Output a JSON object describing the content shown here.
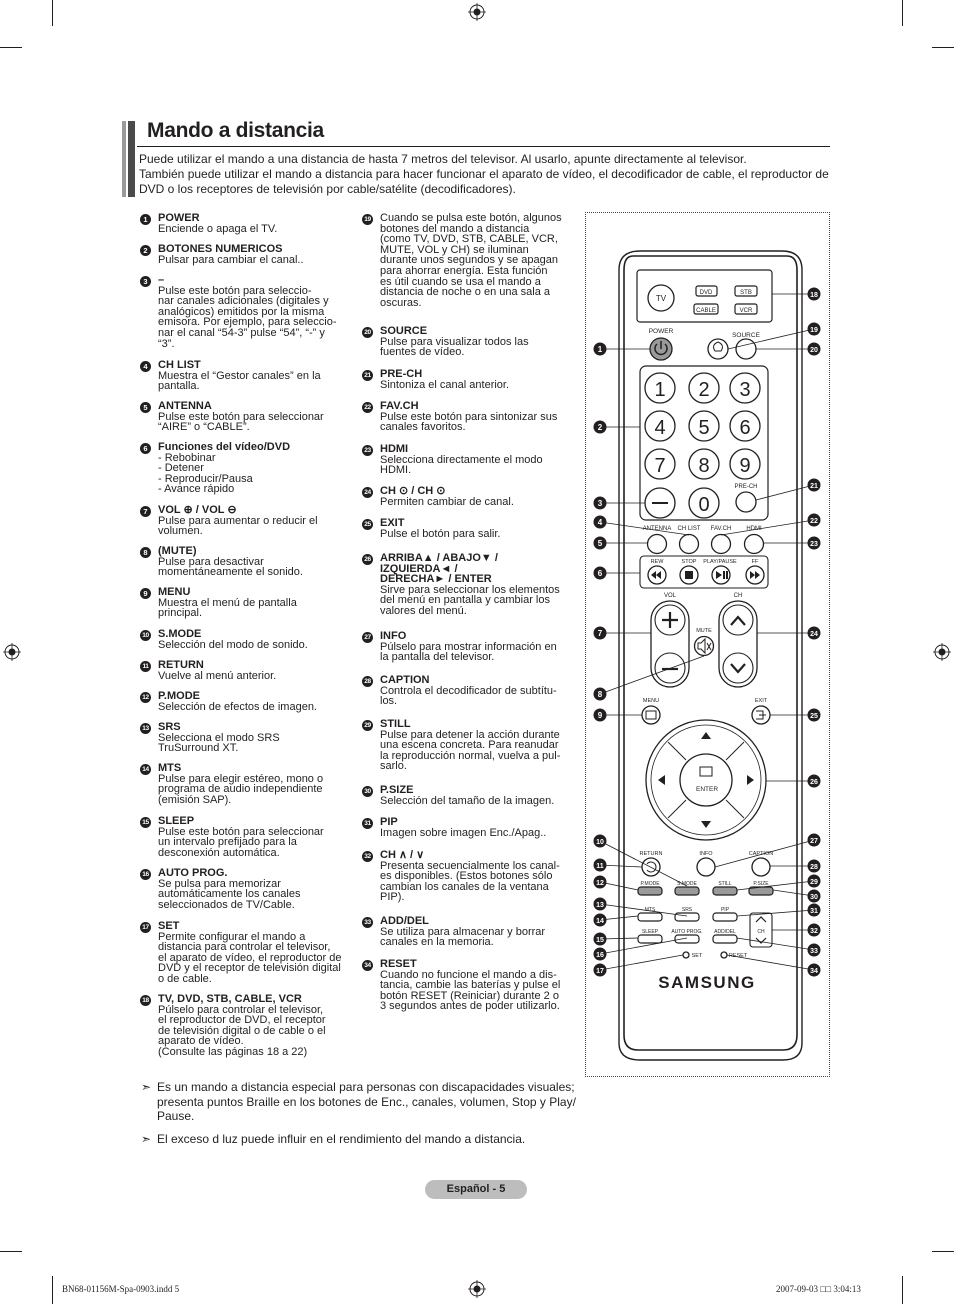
{
  "header": {
    "title": "Mando a distancia",
    "intro_1": "Puede utilizar el mando a una distancia de hasta 7 metros del televisor. Al usarlo, apunte directamente al televisor.",
    "intro_2": "También puede utilizar el mando a distancia para hacer funcionar el aparato de vídeo, el decodificador de cable, el reproductor de DVD o los receptores de televisión por cable/satélite (decodificadores)."
  },
  "items_left": [
    {
      "n": "1",
      "title": "POWER",
      "desc": "Enciende o apaga el TV."
    },
    {
      "n": "2",
      "title": "BOTONES NUMERICOS",
      "desc": "Pulsar para cambiar el canal.."
    },
    {
      "n": "3",
      "title": "–",
      "desc": "Pulse este botón para seleccio-\nnar canales adicionales (digitales y\nanalógicos) emitidos por la misma\nemisora. Por ejemplo, para seleccio-\nnar el canal “54-3” pulse “54”, “-” y\n“3”."
    },
    {
      "n": "4",
      "title": "CH LIST",
      "desc": "Muestra el “Gestor canales” en la\npantalla."
    },
    {
      "n": "5",
      "title": "ANTENNA",
      "desc": "Pulse este botón para seleccionar\n“AIRE” o “CABLE”."
    },
    {
      "n": "6",
      "title": "Funciones del vídeo/DVD",
      "desc": "- Rebobinar\n- Detener\n- Reproducir/Pausa\n- Avance rápido"
    },
    {
      "n": "7",
      "title": "VOL ⊕ / VOL ⊖",
      "desc": "Pulse para aumentar o reducir el\nvolumen."
    },
    {
      "n": "8",
      "title": "(MUTE)",
      "desc": "Pulse para desactivar\nmomentáneamente el sonido."
    },
    {
      "n": "9",
      "title": "MENU",
      "desc": "Muestra el menú de pantalla\nprincipal."
    },
    {
      "n": "10",
      "title": "S.MODE",
      "desc": "Selección del modo de sonido."
    },
    {
      "n": "11",
      "title": "RETURN",
      "desc": "Vuelve al menú anterior."
    },
    {
      "n": "12",
      "title": "P.MODE",
      "desc": "Selección de efectos de imagen."
    },
    {
      "n": "13",
      "title": "SRS",
      "desc": "Selecciona el modo SRS\nTruSurround XT."
    },
    {
      "n": "14",
      "title": "MTS",
      "desc": "Pulse para elegir estéreo, mono o\nprograma de audio independiente\n(emisión SAP)."
    },
    {
      "n": "15",
      "title": "SLEEP",
      "desc": "Pulse este botón para seleccionar\nun intervalo prefijado para la\ndesconexión automática."
    },
    {
      "n": "16",
      "title": "AUTO PROG.",
      "desc": "Se pulsa para memorizar\nautomáticamente los canales\nseleccionados de TV/Cable."
    },
    {
      "n": "17",
      "title": "SET",
      "desc": "Permite configurar el mando a\ndistancia para controlar el televisor,\nel aparato de vídeo, el reproductor de\nDVD y el receptor de televisión digital\no de cable."
    },
    {
      "n": "18",
      "title": "TV, DVD, STB, CABLE, VCR",
      "desc": "Púlselo para controlar el televisor,\nel reproductor de DVD, el receptor\nde televisión digital o de cable o el\naparato de vídeo.\n(Consulte las páginas 18 a 22)"
    }
  ],
  "items_right": [
    {
      "n": "19",
      "title": "",
      "desc": "Cuando se pulsa este botón, algunos\nbotones del mando a distancia\n(como TV, DVD, STB, CABLE, VCR,\nMUTE, VOL y CH) se iluminan\ndurante unos segundos y se apagan\npara ahorrar energía. Esta función\nes útil cuando se usa el mando a\ndistancia de noche o en una sala a\noscuras."
    },
    {
      "n": "20",
      "title": "SOURCE",
      "desc": "Pulse para visualizar todos las\nfuentes de vídeo."
    },
    {
      "n": "21",
      "title": "PRE-CH",
      "desc": "Sintoniza el canal anterior."
    },
    {
      "n": "22",
      "title": "FAV.CH",
      "desc": "Pulse este botón para sintonizar sus\ncanales favoritos."
    },
    {
      "n": "23",
      "title": "HDMI",
      "desc": "Selecciona directamente el modo\nHDMI."
    },
    {
      "n": "24",
      "title": "CH ⊙ / CH ⊙",
      "desc": "Permiten cambiar de canal."
    },
    {
      "n": "25",
      "title": "EXIT",
      "desc": "Pulse el botón para salir."
    },
    {
      "n": "26",
      "title": "ARRIBA▲ / ABAJO▼ /\nIZQUIERDA◄ /\nDERECHA► / ENTER",
      "desc": "Sirve para seleccionar los elementos\ndel menú en pantalla y cambiar los\nvalores del menú."
    },
    {
      "n": "27",
      "title": "INFO",
      "desc": "Púlselo para mostrar información en\nla pantalla del televisor."
    },
    {
      "n": "28",
      "title": "CAPTION",
      "desc": "Controla el decodificador de subtítu-\nlos."
    },
    {
      "n": "29",
      "title": "STILL",
      "desc": "Pulse para detener la acción durante\nuna escena concreta. Para reanudar\nla reproducción normal, vuelva a pul-\nsarlo."
    },
    {
      "n": "30",
      "title": "P.SIZE",
      "desc": "Selección del tamaño de la imagen."
    },
    {
      "n": "31",
      "title": "PIP",
      "desc": "Imagen sobre imagen Enc./Apag.."
    },
    {
      "n": "32",
      "title": "CH ∧ / ∨",
      "desc": "Presenta secuencialmente los canal-\nes disponibles. (Estos botones sólo\ncambian los canales de la ventana\nPIP)."
    },
    {
      "n": "33",
      "title": "ADD/DEL",
      "desc": "Se utiliza para almacenar y borrar\ncanales en la memoria."
    },
    {
      "n": "34",
      "title": "RESET",
      "desc": "Cuando no funcione el mando a dis-\ntancia, cambie las baterías y pulse el\nbotón RESET (Reiniciar) durante 2 o\n3 segundos antes de poder utilizarlo."
    }
  ],
  "remote": {
    "brand": "SAMSUNG",
    "labels": {
      "tv": "TV",
      "dvd": "DVD",
      "stb": "STB",
      "cable": "CABLE",
      "vcr": "VCR",
      "power": "POWER",
      "source": "SOURCE",
      "prech": "PRE-CH",
      "antenna": "ANTENNA",
      "chlist": "CH LIST",
      "favch": "FAV.CH",
      "hdmi": "HDMI",
      "rew": "REW",
      "stop": "STOP",
      "playpause": "PLAY/PAUSE",
      "ff": "FF",
      "vol": "VOL",
      "ch": "CH",
      "mute": "MUTE",
      "menu": "MENU",
      "exit": "EXIT",
      "enter": "ENTER",
      "return": "RETURN",
      "info": "INFO",
      "caption": "CAPTION",
      "pmode": "P.MODE",
      "smode": "S.MODE",
      "still": "STILL",
      "psize": "P.SIZE",
      "mts": "MTS",
      "srs": "SRS",
      "pip": "PIP",
      "sleep": "SLEEP",
      "autoprog": "AUTO PROG.",
      "adddel": "ADD/DEL",
      "set": "SET",
      "reset": "RESET",
      "ch_small": "CH"
    },
    "digits": [
      "1",
      "2",
      "3",
      "4",
      "5",
      "6",
      "7",
      "8",
      "9",
      "–",
      "0"
    ]
  },
  "notes": [
    "Es un mando a distancia especial para personas con discapacidades visuales; presenta puntos Braille en los botones de Enc., canales, volumen, Stop y Play/ Pause.",
    "El exceso d luz puede influir en el rendimiento del mando a distancia."
  ],
  "footer": {
    "page": "Español - 5",
    "file": "BN68-01156M-Spa-0903.indd   5",
    "date": "2007-09-03   □□ 3:04:13"
  }
}
